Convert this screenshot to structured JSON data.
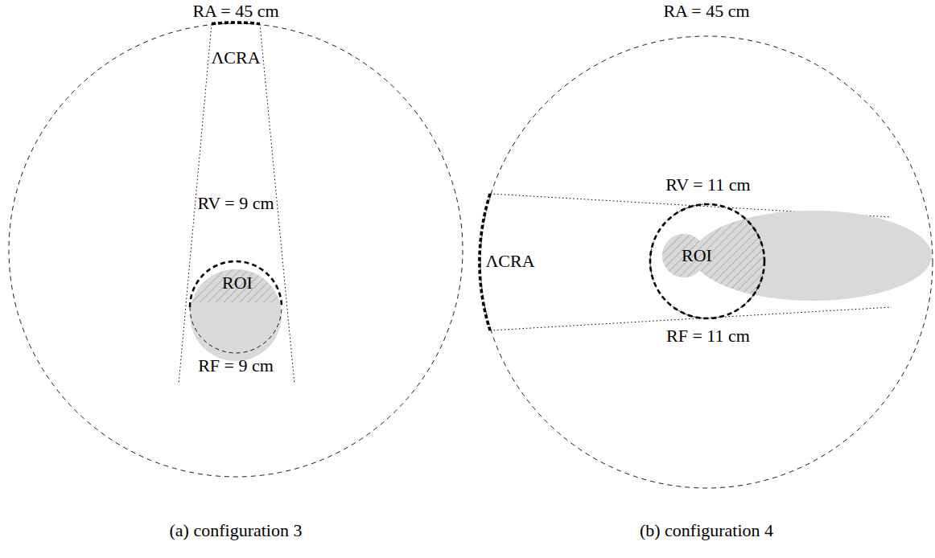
{
  "diagram": {
    "nodes": [
      {
        "text": [
          "RA = 45 cm"
        ]
      },
      {
        "text": [
          "ROI"
        ],
        "in": 0
      },
      {
        "text": [
          "RA = 45 cm"
        ]
      },
      {
        "text": [
          "ROI"
        ],
        "in": 2
      }
    ],
    "labels": [
      "ΛCRA",
      "RV = 9 cm",
      "RF = 9 cm",
      "(a) configuration 3",
      "RV = 11 cm",
      "ΛCRA",
      "RF = 11 cm",
      "(b) configuration 4"
    ]
  }
}
